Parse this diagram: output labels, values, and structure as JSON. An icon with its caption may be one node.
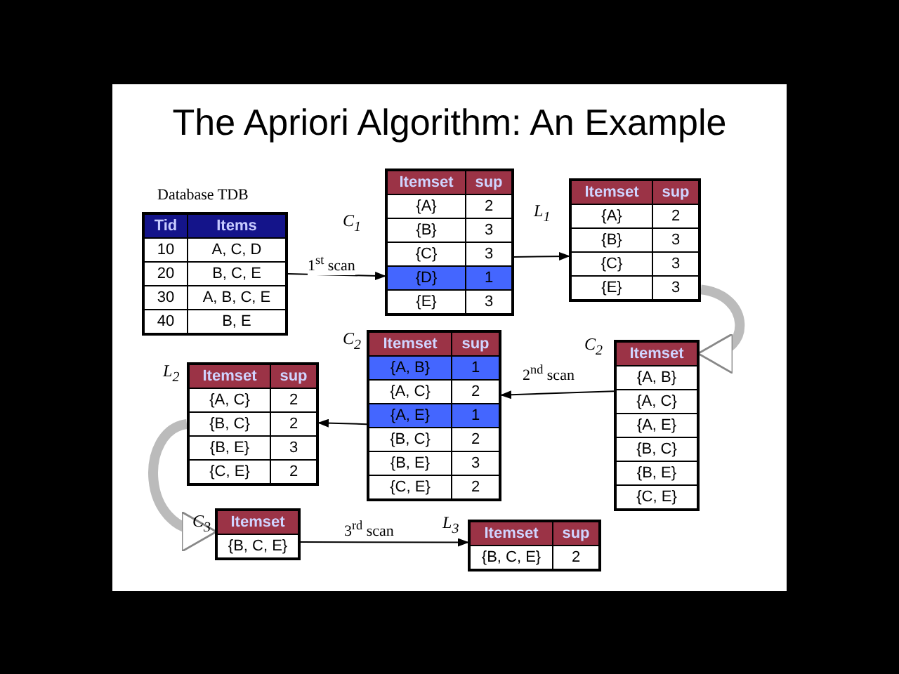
{
  "diagram": {
    "title": "The Apriori Algorithm: An Example",
    "nodes": [
      {
        "text": [
          "Tid",
          "Items",
          "10",
          "A, C, D",
          "20",
          "B, C, E",
          "30",
          "A, B, C, E",
          "40",
          "B, E"
        ],
        "beside": [
          "Database TDB"
        ]
      },
      {
        "text": [
          "Itemset",
          "sup",
          "{A}",
          "2",
          "{B}",
          "3",
          "{C}",
          "3",
          "{D}",
          "1",
          "{E}",
          "3"
        ],
        "beside": [
          "C$_{1}$"
        ]
      },
      {
        "text": [
          "Itemset",
          "sup",
          "{A}",
          "2",
          "{B}",
          "3",
          "{C}",
          "3",
          "{E}",
          "3"
        ],
        "beside": [
          "L$_{1}$"
        ]
      },
      {
        "text": [
          "Itemset",
          "{A, B}",
          "{A, C}",
          "{A, E}",
          "{B, C}",
          "{B, E}",
          "{C, E}"
        ],
        "beside": [
          "C$_{2}$"
        ]
      },
      {
        "text": [
          "Itemset",
          "sup",
          "{A, B}",
          "1",
          "{A, C}",
          "2",
          "{A, E}",
          "1",
          "{B, C}",
          "2",
          "{B, E}",
          "3",
          "{C, E}",
          "2"
        ],
        "beside": [
          "C$_{2}$"
        ]
      },
      {
        "text": [
          "Itemset",
          "sup",
          "{A, C}",
          "2",
          "{B, C}",
          "2",
          "{B, E}",
          "3",
          "{C, E}",
          "2"
        ],
        "beside": [
          "L$_{2}$"
        ]
      },
      {
        "text": [
          "Itemset",
          "{B, C, E}"
        ],
        "beside": [
          "C$_{3}$"
        ]
      },
      {
        "text": [
          "Itemset",
          "sup",
          "{B, C, E}",
          "2"
        ],
        "beside": [
          "L$_{3}$"
        ]
      }
    ],
    "edges": [
      {
        "from": 0,
        "to": 1,
        "arrow": "to",
        "label": "1$^{st}$ scan"
      },
      {
        "from": 1,
        "to": 2,
        "arrow": "to"
      },
      {
        "from": 2,
        "to": 3,
        "arrow": "to",
        "style": "thick",
        "color": "#bbbbbb"
      },
      {
        "from": 3,
        "to": 4,
        "arrow": "to",
        "label": "2$^{nd}$ scan"
      },
      {
        "from": 4,
        "to": 5,
        "arrow": "to"
      },
      {
        "from": 5,
        "to": 6,
        "arrow": "to",
        "style": "thick",
        "color": "#bbbbbb"
      },
      {
        "from": 6,
        "to": 7,
        "arrow": "to",
        "label": "3$^{rd}$ scan"
      }
    ]
  }
}
